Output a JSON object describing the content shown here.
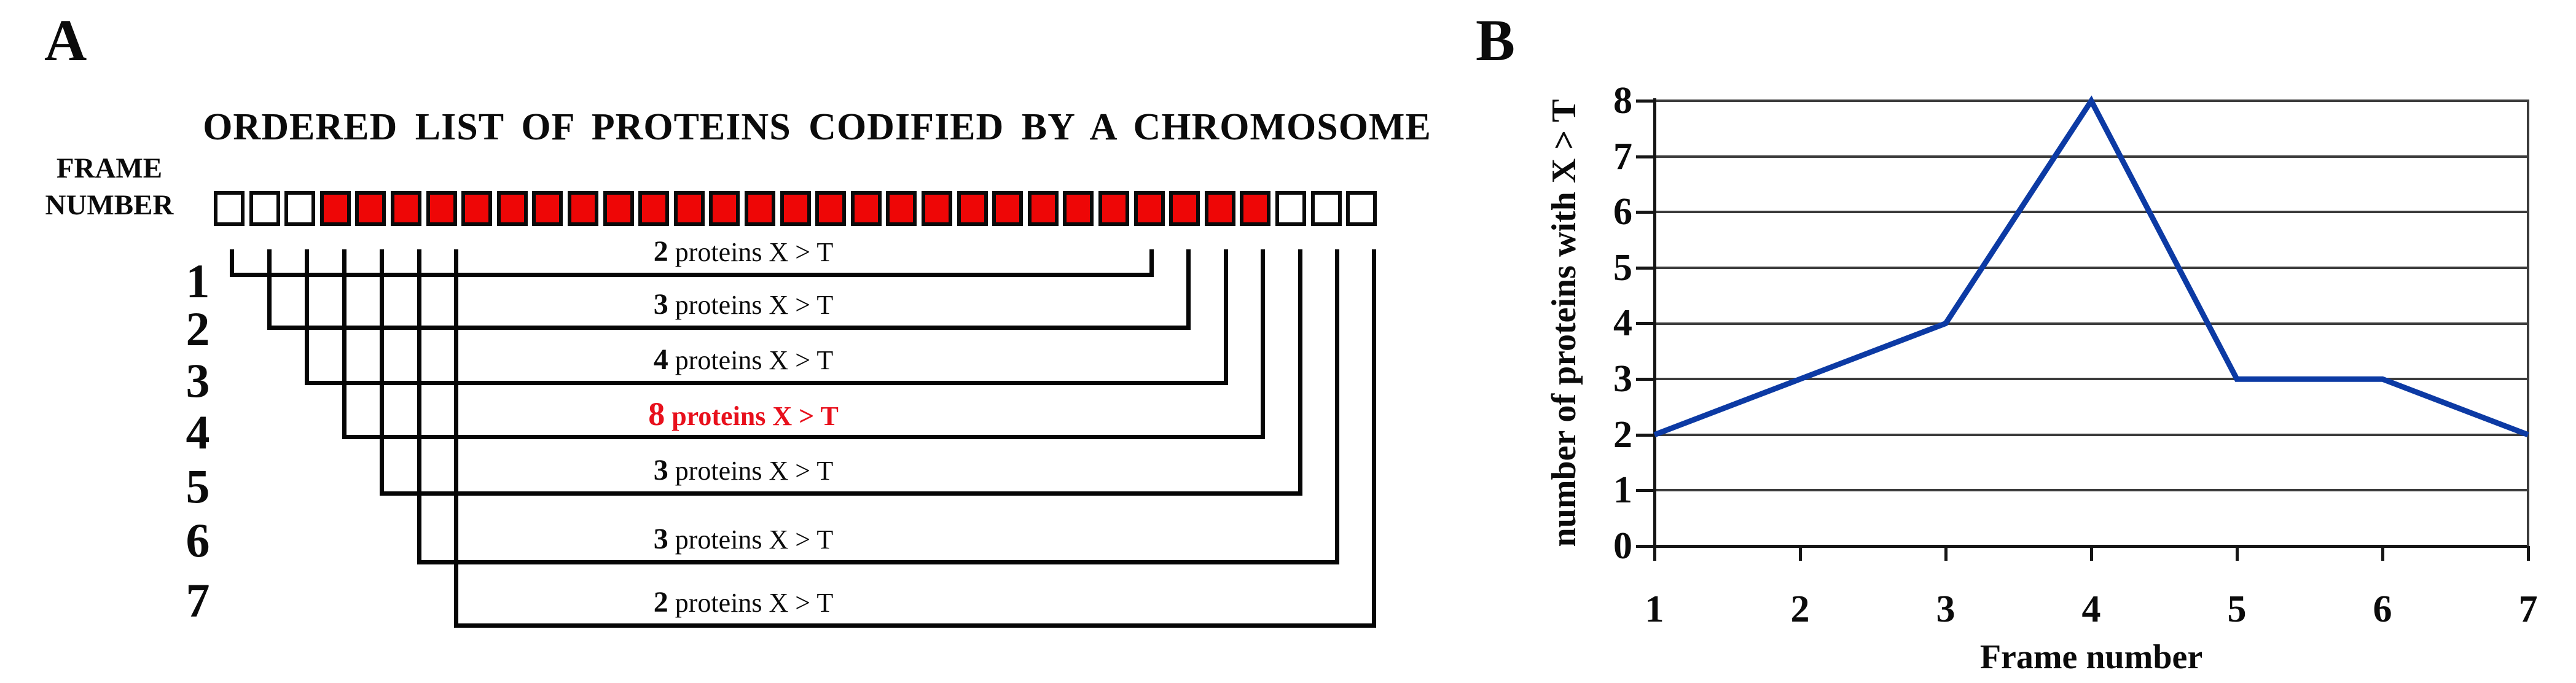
{
  "panel_a": {
    "label": "A",
    "title": "ORDERED LIST OF PROTEINS CODIFIED BY A CHROMOSOME",
    "axis_heading": {
      "line1": "FRAME",
      "line2": "NUMBER"
    },
    "squares": {
      "pattern": "WWWRRRRRRRRRRRRRRRRRRRRRRRRRRRWWW",
      "red": "#EE0606",
      "white": "#FFFFFF",
      "border": "#0A0A0A"
    },
    "frames": [
      {
        "number": "1",
        "count": "2",
        "suffix": "proteins X > T",
        "highlight": false
      },
      {
        "number": "2",
        "count": "3",
        "suffix": "proteins X > T",
        "highlight": false
      },
      {
        "number": "3",
        "count": "4",
        "suffix": "proteins X > T",
        "highlight": false
      },
      {
        "number": "4",
        "count": "8",
        "suffix": "proteins X > T",
        "highlight": true
      },
      {
        "number": "5",
        "count": "3",
        "suffix": "proteins X > T",
        "highlight": false
      },
      {
        "number": "6",
        "count": "3",
        "suffix": "proteins X > T",
        "highlight": false
      },
      {
        "number": "7",
        "count": "2",
        "suffix": "proteins X > T",
        "highlight": false
      }
    ],
    "highlight_color": "#E8101C",
    "line_color": "#060606"
  },
  "panel_b": {
    "label": "B",
    "ylabel": "number of proteins with X > T",
    "xlabel": "Frame number",
    "yticks": [
      "8",
      "7",
      "6",
      "5",
      "4",
      "3",
      "2",
      "1",
      "0"
    ],
    "xticks": [
      "1",
      "2",
      "3",
      "4",
      "5",
      "6",
      "7"
    ],
    "line_color": "#0C3AA4",
    "grid_color": "#3C3C3C",
    "axis_color": "#151515"
  },
  "chart_data": {
    "type": "line",
    "x": [
      1,
      2,
      3,
      4,
      5,
      6,
      7
    ],
    "values": [
      2,
      3,
      4,
      8,
      3,
      3,
      2
    ],
    "series": [
      {
        "name": "number of proteins with X > T",
        "values": [
          2,
          3,
          4,
          8,
          3,
          3,
          2
        ]
      }
    ],
    "title": "",
    "xlabel": "Frame number",
    "ylabel": "number of proteins with X > T",
    "xlim": [
      1,
      7
    ],
    "ylim": [
      0,
      8
    ],
    "xticks": [
      1,
      2,
      3,
      4,
      5,
      6,
      7
    ],
    "yticks": [
      0,
      1,
      2,
      3,
      4,
      5,
      6,
      7,
      8
    ],
    "grid": "horizontal gridlines at every integer y",
    "legend": "none",
    "line_color": "#0C3AA4"
  }
}
